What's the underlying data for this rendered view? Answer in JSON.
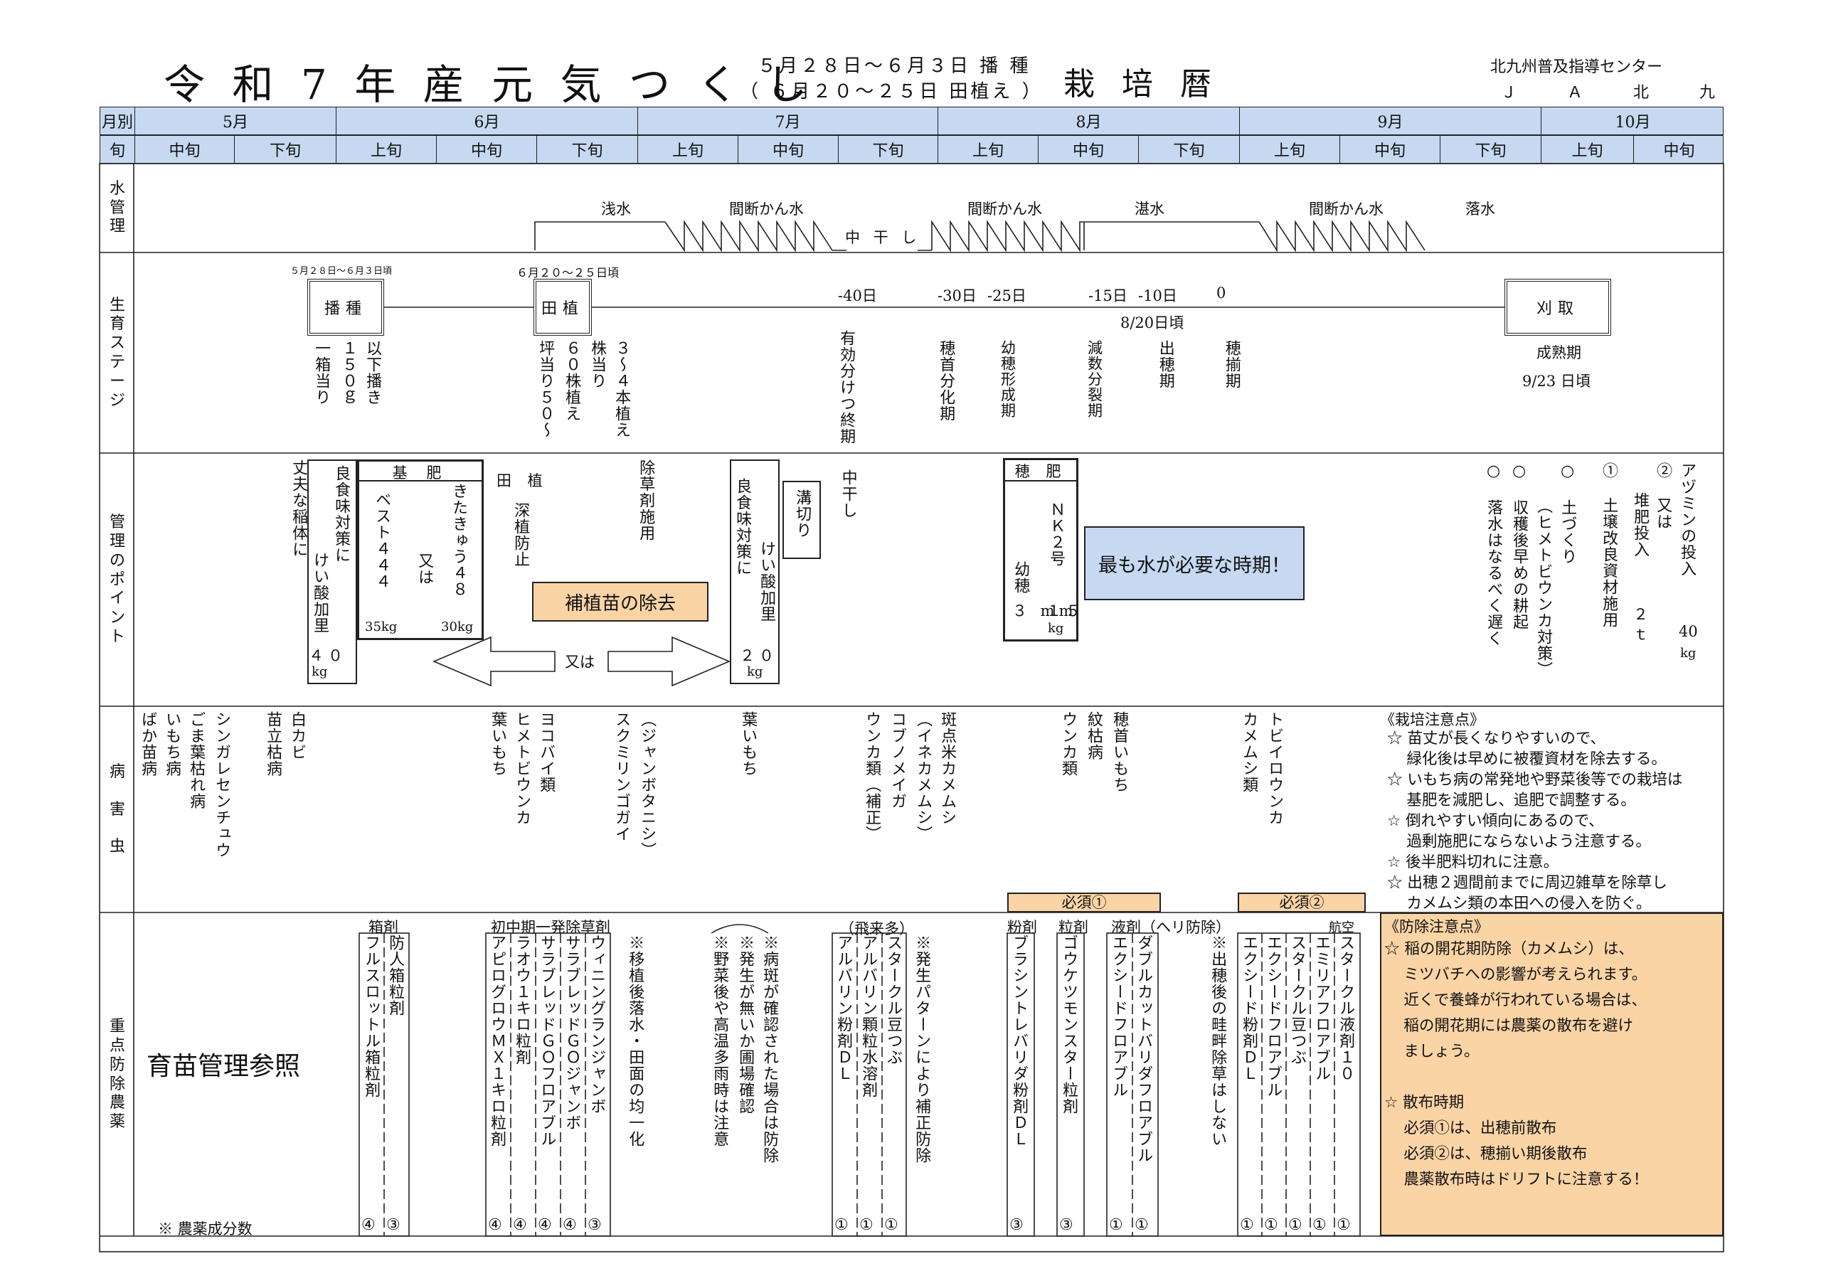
{
  "header": {
    "title": "令 和 7 年 産 元 気 つ く し",
    "sowing": "５月２８日～６月３日 播 種",
    "planting": "（ ６月２０～２５日 田植え ）",
    "koyomi": "栽培暦",
    "org": "北九州普及指導センター",
    "ja": "Ｊ Ａ 北 九"
  },
  "months": {
    "label": "月別",
    "items": [
      "5月",
      "6月",
      "7月",
      "8月",
      "9月",
      "10月"
    ]
  },
  "periods": {
    "label": "旬",
    "items": [
      "中旬",
      "下旬",
      "上旬",
      "中旬",
      "下旬",
      "上旬",
      "中旬",
      "下旬",
      "上旬",
      "中旬",
      "下旬",
      "上旬",
      "中旬",
      "下旬",
      "上旬",
      "中旬"
    ]
  },
  "row_labels": {
    "water": "水管理",
    "growth": "生育ステージ",
    "points": "管理のポイント",
    "pests": "病害虫",
    "pesticide": "重点防除農薬"
  },
  "water": {
    "shallow": "浅水",
    "intermittent1": "間断かん水",
    "nakaboshi": "中 干 し",
    "intermittent2": "間断かん水",
    "flooded": "湛水",
    "intermittent3": "間断かん水",
    "drain": "落水"
  },
  "growth": {
    "sowing_date": "５月２８日～６月３日頃",
    "sowing": "播種",
    "planting_date": "６月２０～２５日頃",
    "planting": "田植",
    "harvest": "刈取",
    "d40": "-40日",
    "d30": "-30日",
    "d25": "-25日",
    "d15": "-15日",
    "d10": "-10日",
    "d0": "0",
    "heading_date": "8/20日頃",
    "maturity": "成熟期",
    "maturity_date": "9/23 日頃",
    "note_sow1": "一箱当り",
    "note_sow2": "１５０ｇ",
    "note_sow3": "以下播き",
    "note_pl1": "坪当り５０～",
    "note_pl2": "６０株植え",
    "note_pl3": "株当り",
    "note_pl4": "３～４本植え",
    "st1": "有効分けつ終期",
    "st2": "穂首分化期",
    "st3": "幼穂形成期",
    "st4": "減数分裂期",
    "st5": "出穂期",
    "st6": "穂揃期"
  },
  "points": {
    "strong": "丈夫な稲体に",
    "good1": "良食味対策に",
    "silica1": "けい酸加里",
    "silica1_amt": "４０",
    "kg1": "kg",
    "kihi": "基 肥",
    "best": "ベスト４４４",
    "or1": "又は",
    "kitakyu": "きたきゅう４８",
    "amt35": "35kg",
    "amt30": "30kg",
    "taue": "田 植",
    "deep": "深植防止",
    "weed": "除草剤施用",
    "remove": "補植苗の除去",
    "or2": "又は",
    "good2": "良食味対策に",
    "silica2": "けい酸加里",
    "silica2_amt": "２０",
    "kg2": "kg",
    "mizo": "溝切り",
    "nakaboshi": "中干し",
    "hogoe": "穂 肥",
    "nk": "ＮＫ２号",
    "youhou": "幼穂",
    "mm": "３ mm",
    "amt15": "１５",
    "kg3": "kg",
    "critical": "最も水が必要な時期！",
    "a1": "アヅミンの投入",
    "a1_or": "② 又は",
    "a1_amt": "40",
    "a1_kg": "kg",
    "a2": "堆肥投入",
    "a2_amt": "２",
    "a2_t": "ｔ",
    "a3": "① 土壌改良資材施用",
    "a4": "○ 土づくり",
    "a5": "（ヒメトビウンカ対策）",
    "a6": "○ 収穫後早めの耕起",
    "a7": "○ 落水はなるべく遅く"
  },
  "pests": {
    "p1": "白カビ",
    "p2": "苗立枯病",
    "p3": "シンガレセンチュウ",
    "p4": "ごま葉枯れ病",
    "p5": "いもち病",
    "p6": "ばか苗病",
    "p7": "ヨコバイ類",
    "p8": "ヒメトビウンカ",
    "p9": "葉いもち",
    "p10": "（ジャンボタニシ）",
    "p11": "スクミリンゴガイ",
    "p12": "葉いもち",
    "p13": "斑点米カメムシ",
    "p14": "（イネカメムシ）",
    "p15": "コブノメイガ",
    "p16": "ウンカ類（補正）",
    "p17": "穂首いもち",
    "p18": "紋枯病",
    "p19": "ウンカ類",
    "p20": "トビイロウンカ",
    "p21": "カメムシ類",
    "notes_title": "《栽培注意点》",
    "notes": "☆ 苗丈が長くなりやすいので、\n    緑化後は早めに被覆資材を除去する。\n☆ いもち病の常発地や野菜後等での栽培は\n    基肥を減肥し、追肥で調整する。\n☆ 倒れやすい傾向にあるので、\n    過剰施肥にならないよう注意する。\n☆ 後半肥料切れに注意。\n☆ 出穂２週間前までに周辺雑草を除草し\n    カメムシ類の本田への侵入を防ぐ。"
  },
  "pesticide": {
    "ikubyo": "育苗管理参照",
    "hako": "箱剤",
    "h1": "防人箱粒剤",
    "h2": "フルスロットル箱粒剤",
    "herb_title": "初中期一発除草剤",
    "w1": "ウィニングランジャンボ",
    "w2": "サラブレッドＧＯジャンボ",
    "w3": "サラブレッドＧＯフロアブル",
    "w4": "ラオウ１キロ粒剤",
    "w5": "アピログロウＭＸ１キロ粒剤",
    "n1": "※移植後落水・田面の均一化",
    "n2": "※病斑が確認された場合は防除",
    "n3": "※発生が無いか圃場確認",
    "n4": "※野菜後や高温多雨時は注意",
    "hirai": "（飛来多）",
    "f1": "スタークル豆つぶ",
    "f2": "アルバリン顆粒水溶剤",
    "f3": "アルバリン粉剤ＤＬ",
    "n5": "※発生パターンにより補正防除",
    "req1": "必須①",
    "req2": "必須②",
    "powder": "粉剤",
    "granule": "粒剤",
    "liquid": "液剤（ヘリ防除）",
    "b1": "ブラシントレバリダ粉剤ＤＬ",
    "b2": "ゴウケツモンスター粒剤",
    "b3": "ダブルカットバリダフロアブル",
    "b4": "エクシードフロアブル",
    "n6": "※出穂後の畦畔除草はしない",
    "aerial": "航空",
    "c1": "スタークル液剤１０",
    "c2": "エミリアフロアブル",
    "c3": "スタークル豆つぶ",
    "c4": "エクシードフロアブル",
    "c5": "エクシード粉剤ＤＬ",
    "seibun": "※ 農薬成分数",
    "counts": [
      "④",
      "③",
      "④",
      "④",
      "④",
      "④",
      "③",
      "①",
      "①",
      "①",
      "③",
      "③",
      "①",
      "①",
      "①",
      "①",
      "①",
      "①",
      "①"
    ],
    "prev_title": "《防除注意点》",
    "prev": "☆ 稲の開花期防除（カメムシ）は、\n    ミツバチへの影響が考えられます。\n    近くで養蜂が行われている場合は、\n    稲の開花期には農薬の散布を避け\n    ましょう。\n\n☆ 散布時期\n    必須①は、出穂前散布\n    必須②は、穂揃い期後散布\n    農薬散布時はドリフトに注意する！"
  },
  "colors": {
    "band": "#c6d9f1",
    "orange": "#fbd4a6",
    "blue": "#c6d9f1"
  }
}
